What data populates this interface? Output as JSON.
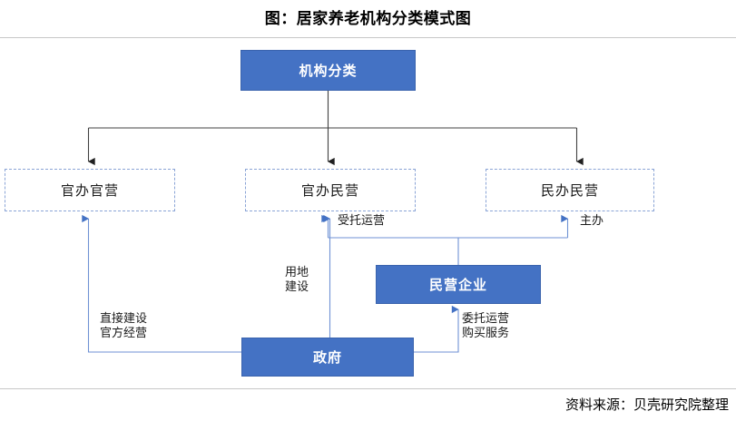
{
  "figure": {
    "title": "图：居家养老机构分类模式图",
    "source": "资料来源：贝壳研究院整理",
    "accent_color": "#4472C4",
    "dashed_border_color": "#8aa4d6",
    "connector_color": "#4472C4",
    "tree_connector_color": "#404040"
  },
  "diagram": {
    "type": "flow-diagram",
    "nodes": [
      {
        "id": "root",
        "label": "机构分类",
        "style": "filled"
      },
      {
        "id": "guan-guan",
        "label": "官办官营",
        "style": "dashed"
      },
      {
        "id": "guan-min",
        "label": "官办民营",
        "style": "dashed"
      },
      {
        "id": "min-min",
        "label": "民办民营",
        "style": "dashed"
      },
      {
        "id": "enterprise",
        "label": "民营企业",
        "style": "filled"
      },
      {
        "id": "government",
        "label": "政府",
        "style": "filled"
      }
    ],
    "edges": [
      {
        "from": "root",
        "to": "guan-guan",
        "label": ""
      },
      {
        "from": "root",
        "to": "guan-min",
        "label": ""
      },
      {
        "from": "root",
        "to": "min-min",
        "label": ""
      },
      {
        "from": "government",
        "to": "guan-guan",
        "label": "直接建设\n官方经营"
      },
      {
        "from": "government",
        "to": "guan-min",
        "label": "用地\n建设"
      },
      {
        "from": "government",
        "to": "enterprise",
        "label": "委托运营\n购买服务"
      },
      {
        "from": "enterprise",
        "to": "guan-min",
        "label": "受托运营"
      },
      {
        "from": "enterprise",
        "to": "min-min",
        "label": "主办"
      }
    ]
  }
}
